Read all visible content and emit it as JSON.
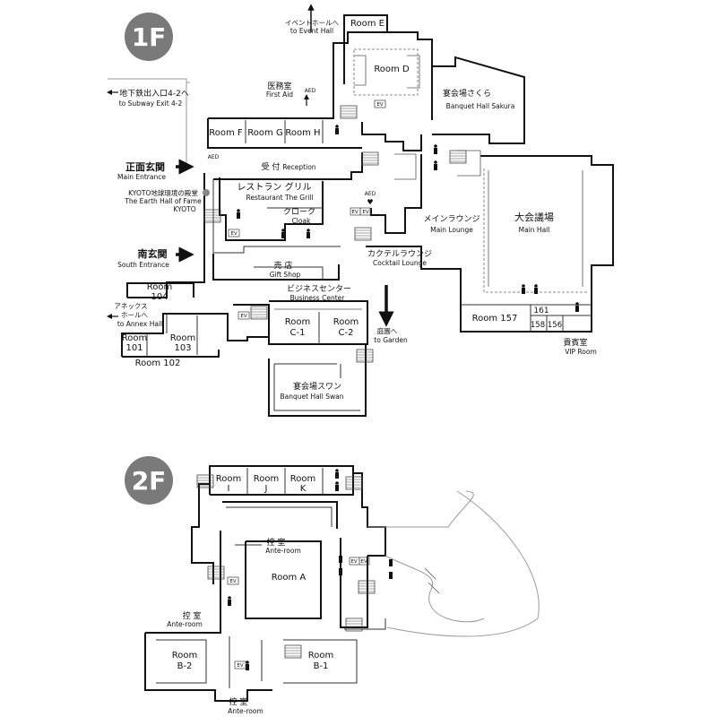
{
  "floors": {
    "f1": {
      "label": "1F"
    },
    "f2": {
      "label": "2F"
    }
  },
  "colors": {
    "badge": "#7a7a7a",
    "wall": "#111111",
    "arrow": "#111111"
  },
  "f1": {
    "rooms": {
      "room_e": "Room E",
      "room_d": "Room D",
      "room_f": "Room F",
      "room_g": "Room G",
      "room_h": "Room H",
      "room_104": "Room\n104",
      "room_101": "Room\n101",
      "room_103": "Room\n103",
      "room_102": "Room 102",
      "room_c1": "Room\nC-1",
      "room_c2": "Room\nC-2",
      "room_157": "Room 157",
      "room_161": "161",
      "room_158": "158",
      "room_156": "156"
    },
    "venues": {
      "sakura_jp": "宴会場さくら",
      "sakura_en": "Banquet Hall Sakura",
      "main_hall_jp": "大会議場",
      "main_hall_en": "Main Hall",
      "main_lounge_jp": "メインラウンジ",
      "main_lounge_en": "Main Lounge",
      "cocktail_jp": "カクテルラウンジ",
      "cocktail_en": "Cocktail Lounge",
      "grill_jp": "レストラン グリル",
      "grill_en": "Restaurant The Grill",
      "cloak_jp": "クローク",
      "cloak_en": "Cloak",
      "shop_jp": "売 店",
      "shop_en": "Gift Shop",
      "biz_jp": "ビジネスセンター",
      "biz_en": "Business Center",
      "swan_jp": "宴会場スワン",
      "swan_en": "Banquet Hall Swan",
      "reception_jp": "受 付",
      "reception_en": "Reception",
      "vip_jp": "貴賓室",
      "vip_en": "VIP Room",
      "first_aid_jp": "医務室",
      "first_aid_en": "First Aid",
      "earth_hall": "KYOTO地球環境の殿堂",
      "earth_hall_en": "The Earth Hall of Fame",
      "earth_hall_en2": "KYOTO"
    },
    "entrances": {
      "main_jp": "正面玄関",
      "main_en": "Main Entrance",
      "south_jp": "南玄関",
      "south_en": "South Entrance"
    },
    "directions": {
      "event_jp": "イベントホールへ",
      "event_en": "to Event Hall",
      "subway_jp": "地下鉄出入口4-2へ",
      "subway_en": "to Subway Exit 4-2",
      "annex_jp1": "アネックス",
      "annex_jp2": "ホールへ",
      "annex_en": "to Annex Hall",
      "garden_jp": "庭園へ",
      "garden_en": "to Garden"
    }
  },
  "f2": {
    "rooms": {
      "room_i": "Room\nI",
      "room_j": "Room\nJ",
      "room_k": "Room\nK",
      "room_a": "Room A",
      "room_b2": "Room\nB-2",
      "room_b1": "Room\nB-1"
    },
    "ante": {
      "jp": "控 室",
      "en": "Ante-room"
    }
  },
  "symbols": {
    "aed": "AED",
    "ev": "EV"
  }
}
